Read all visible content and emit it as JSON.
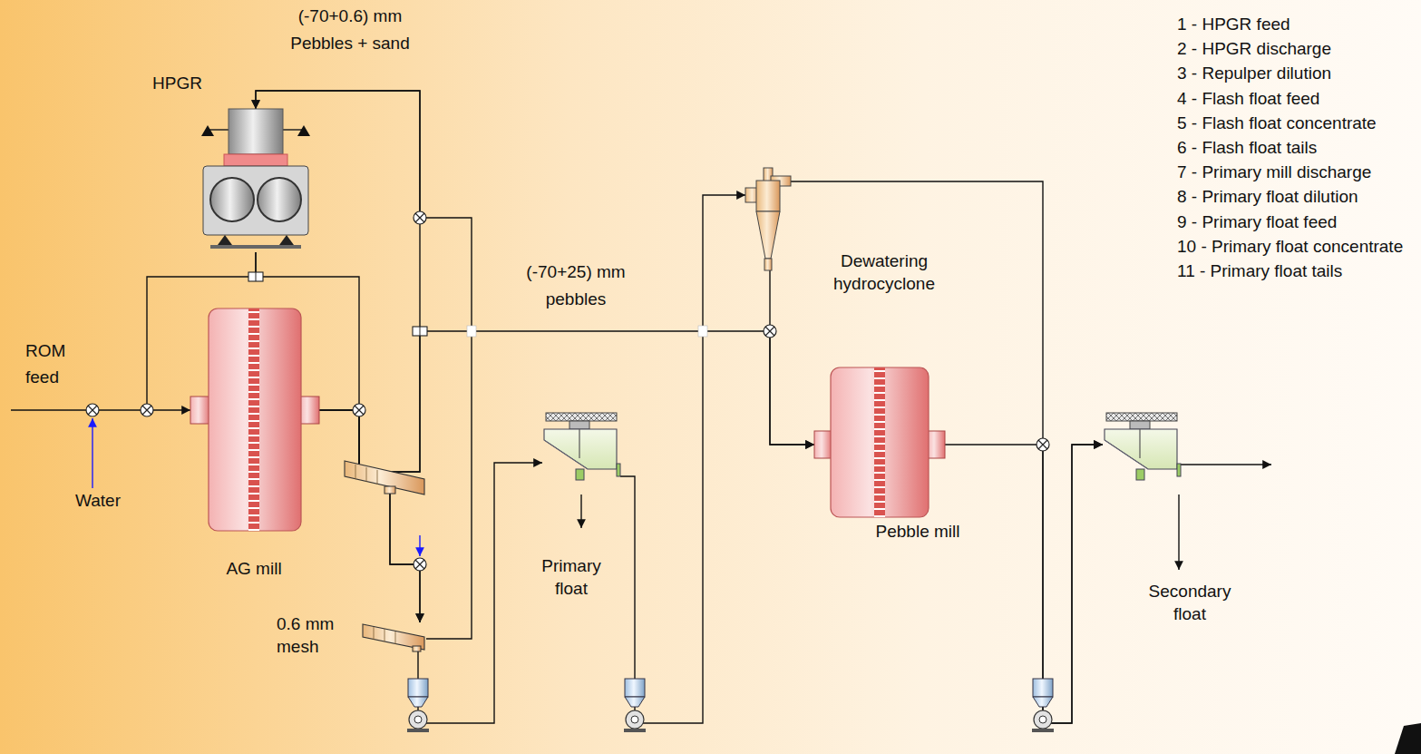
{
  "diagram": {
    "nodes": [
      {
        "text": [
          "HPGR"
        ]
      },
      {
        "text": [
          "AG mill"
        ]
      },
      {
        "text": [
          "0.6 mm mesh"
        ]
      },
      {
        "text": [
          "Primary float"
        ]
      },
      {
        "text": [
          "Dewatering hydrocyclone"
        ]
      },
      {
        "text": [
          "Pebble mill"
        ]
      },
      {
        "text": [
          "Secondary float"
        ]
      }
    ],
    "edges": [
      {
        "from": 0,
        "to": 1,
        "arrow": "to"
      },
      {
        "from": 0,
        "to": 2,
        "arrow": "to"
      },
      {
        "from": 1,
        "to": 2,
        "arrow": "to"
      },
      {
        "from": 1,
        "to": 0,
        "arrow": "to"
      },
      {
        "from": 1,
        "to": 5,
        "arrow": "to"
      },
      {
        "from": 2,
        "to": 0,
        "arrow": "to"
      },
      {
        "from": 2,
        "to": 3,
        "arrow": "to"
      },
      {
        "from": 3,
        "to": 4,
        "arrow": "to"
      },
      {
        "from": 4,
        "to": 5,
        "arrow": "to"
      },
      {
        "from": 4,
        "to": 6,
        "arrow": "to"
      },
      {
        "from": 5,
        "to": 6,
        "arrow": "to"
      }
    ],
    "labels": [
      "(-70+0.6) mm",
      "Pebbles + sand",
      "(-70+25) mm",
      "pebbles",
      "ROM feed",
      "Water",
      "1 - HPGR feed",
      "2 - HPGR discharge",
      "3 - Repulper dilution",
      "4 - Flash float feed",
      "5 - Flash float concentrate",
      "6 - Flash float tails",
      "7 - Primary mill discharge",
      "8 - Primary float dilution",
      "9 - Primary float feed",
      "10 - Primary float concentrate",
      "11 - Primary float tails"
    ]
  }
}
